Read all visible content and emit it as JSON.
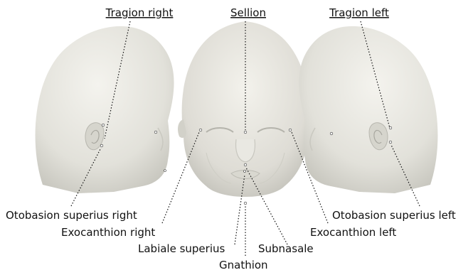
{
  "landmarks": {
    "tragion_right": "Tragion right",
    "sellion": "Sellion",
    "tragion_left": "Tragion left",
    "otobasion_superius_right": "Otobasion superius right",
    "exocanthion_right": "Exocanthion right",
    "labiale_superius": "Labiale superius",
    "gnathion": "Gnathion",
    "subnasale": "Subnasale",
    "exocanthion_left": "Exocanthion left",
    "otobasion_superius_left": "Otobasion superius left"
  },
  "colors": {
    "skin_light": "#f0efe9",
    "skin_mid": "#dcdbd3",
    "skin_shadow": "#b9b8b0",
    "line": "#111111"
  }
}
